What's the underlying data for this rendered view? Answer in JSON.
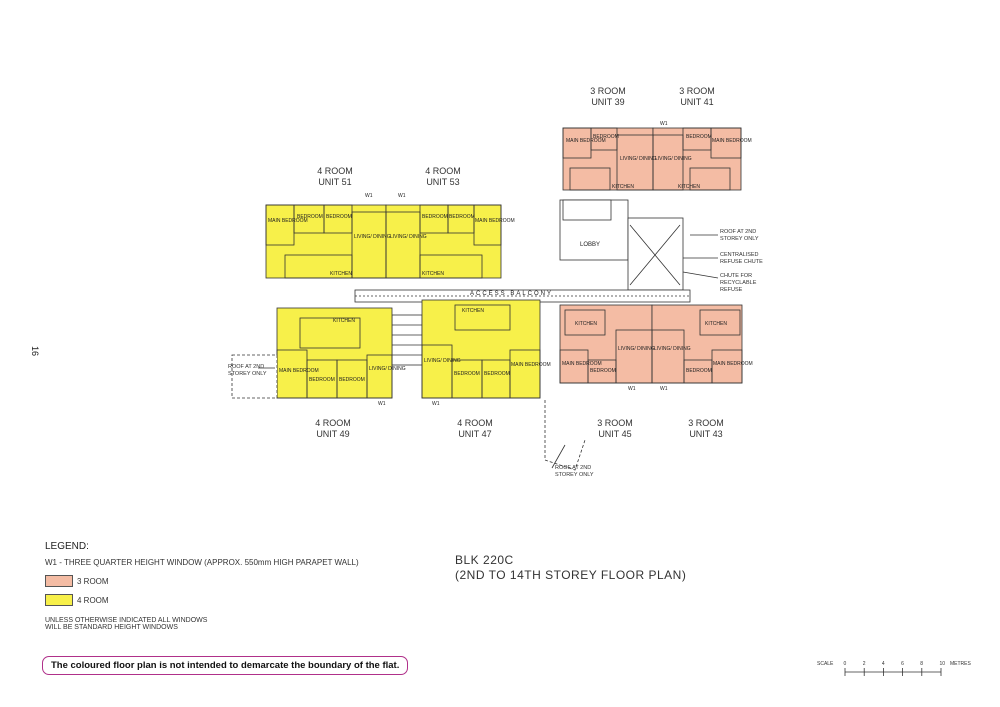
{
  "page_number": "16",
  "units": [
    {
      "id": "u39",
      "type": "3 ROOM",
      "unit": "UNIT 39"
    },
    {
      "id": "u41",
      "type": "3 ROOM",
      "unit": "UNIT 41"
    },
    {
      "id": "u51",
      "type": "4 ROOM",
      "unit": "UNIT 51"
    },
    {
      "id": "u53",
      "type": "4 ROOM",
      "unit": "UNIT 53"
    },
    {
      "id": "u49",
      "type": "4 ROOM",
      "unit": "UNIT 49"
    },
    {
      "id": "u47",
      "type": "4 ROOM",
      "unit": "UNIT 47"
    },
    {
      "id": "u45",
      "type": "3 ROOM",
      "unit": "UNIT 45"
    },
    {
      "id": "u43",
      "type": "3 ROOM",
      "unit": "UNIT 43"
    }
  ],
  "plan_labels": {
    "access_balcony": "ACCESS BALCONY",
    "lobby": "LOBBY",
    "window_code": "W1",
    "main_bedroom": "MAIN BEDROOM",
    "bedroom": "BEDROOM",
    "living_dining": "LIVING/ DINING",
    "kitchen": "KITCHEN"
  },
  "notes": {
    "roof_right": "ROOF AT 2ND STOREY ONLY",
    "refuse_chute": "CENTRALISED REFUSE CHUTE",
    "recycle_chute": "CHUTE FOR RECYCLABLE REFUSE",
    "roof_left": "ROOF AT 2ND STOREY ONLY",
    "roof_bottom": "ROOF AT 2ND STOREY ONLY"
  },
  "legend": {
    "title": "LEGEND:",
    "w1": "W1 - THREE QUARTER HEIGHT WINDOW (APPROX. 550mm HIGH PARAPET WALL)",
    "items": [
      {
        "label": "3 ROOM",
        "color": "#f4bca4"
      },
      {
        "label": "4 ROOM",
        "color": "#f7f04a"
      }
    ],
    "windows_note_1": "UNLESS OTHERWISE INDICATED ALL WINDOWS",
    "windows_note_2": "WILL BE STANDARD HEIGHT WINDOWS"
  },
  "title": {
    "block": "BLK 220C",
    "subtitle": "(2ND TO 14TH STOREY FLOOR PLAN)"
  },
  "disclaimer": "The coloured floor plan is not intended to demarcate the boundary of the flat.",
  "scale": {
    "label": "SCALE",
    "ticks": [
      "0",
      "2",
      "4",
      "6",
      "8",
      "10"
    ],
    "unit": "METRES"
  },
  "colors": {
    "three_room": "#f4bca4",
    "four_room": "#f7f04a",
    "disclaimer_border": "#b0308a"
  }
}
